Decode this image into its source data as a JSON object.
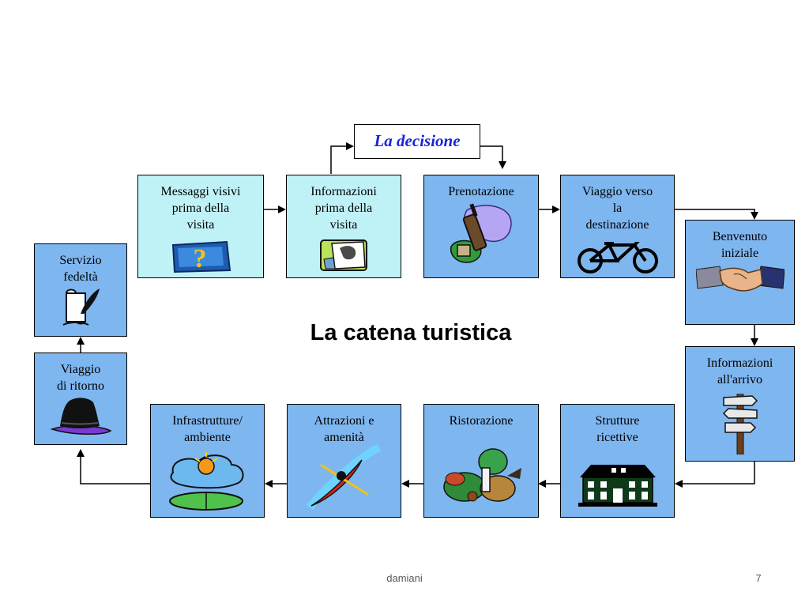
{
  "title": "La catena turistica",
  "decision": "La decisione",
  "boxes": [
    {
      "id": "messaggi",
      "label": "Messaggi visivi\nprima della\nvisita",
      "icon": "question-mark-icon"
    },
    {
      "id": "informazioni-prima",
      "label": "Informazioni\nprima della\nvisita",
      "icon": "brochure-icon"
    },
    {
      "id": "prenotazione",
      "label": "Prenotazione",
      "icon": "phone-booking-icon"
    },
    {
      "id": "viaggio-verso",
      "label": "Viaggio verso\nla\ndestinazione",
      "icon": "bicycle-icon"
    },
    {
      "id": "benvenuto",
      "label": "Benvenuto\niniziale",
      "icon": "handshake-icon"
    },
    {
      "id": "informazioni-arrivo",
      "label": "Informazioni\nall'arrivo",
      "icon": "signpost-icon"
    },
    {
      "id": "strutture",
      "label": "Strutture\nricettive",
      "icon": "hotel-icon"
    },
    {
      "id": "ristorazione",
      "label": "Ristorazione",
      "icon": "food-icon"
    },
    {
      "id": "attrazioni",
      "label": "Attrazioni e\namenità",
      "icon": "kayak-icon"
    },
    {
      "id": "infrastrutture",
      "label": "Infrastrutture/\nambiente",
      "icon": "landscape-icon"
    },
    {
      "id": "viaggio-ritorno",
      "label": "Viaggio\ndi ritorno",
      "icon": "hat-icon"
    },
    {
      "id": "servizio",
      "label": "Servizio\nfedeltà",
      "icon": "scroll-quill-icon"
    }
  ],
  "footer": {
    "author": "damiani",
    "page": "7"
  },
  "colors": {
    "light": "#bff2f6",
    "blue": "#7eb6f0",
    "decision_text": "#1a24d6"
  }
}
